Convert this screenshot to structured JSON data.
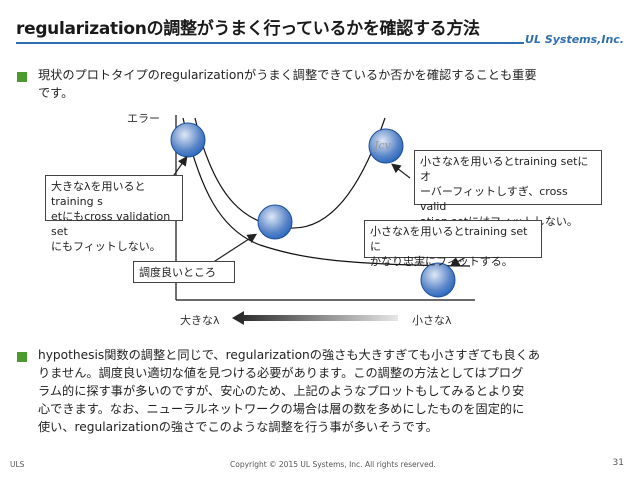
{
  "slide": {
    "title": "regularizationの調整がうまく行っているかを確認する方法",
    "brand": "UL Systems,Inc.",
    "bullet1": [
      "現状のプロトタイプのregularizationがうまく調整できているか否かを確認することも重要",
      "です。"
    ],
    "bullet2": [
      "hypothesis関数の調整と同じで、regularizationの強さも大きすぎても小さすぎても良くあ",
      "りません。調度良い適切な値を見つける必要があります。この調整の方法としてはプログ",
      "ラム的に探す事が多いのですが、安心のため、上記のようなプロットもしてみるとより安",
      "心できます。なお、ニューラルネットワークの場合は層の数を多めにしたものを固定的に",
      "使い、regularizationの強さでこのような調整を行う事が多いそうです。"
    ],
    "footer_left": "ULS",
    "footer_center": "Copyright © 2015 UL Systems, Inc.  All rights reserved.",
    "page_number": "31"
  },
  "chart": {
    "y_label": "エラー",
    "x_left": "大きなλ",
    "x_right": "小さなλ",
    "jcv_label": "Jcv",
    "note_large": [
      "大きなλを用いるとtraining s",
      "etにもcross validation set",
      "にもフィットしない。"
    ],
    "note_small_overfit": [
      "小さなλを用いるとtraining setにオ",
      "ーバーフィットしすぎ、cross valid",
      "ation setにはフィットしない。"
    ],
    "note_small_fit": [
      "小さなλを用いるとtraining setに",
      "かなり忠実にフィットする。"
    ],
    "note_good": "調度良いところ",
    "colors": {
      "circle_fill": "#2f6cc0",
      "arrow_dark": "#222222"
    }
  }
}
